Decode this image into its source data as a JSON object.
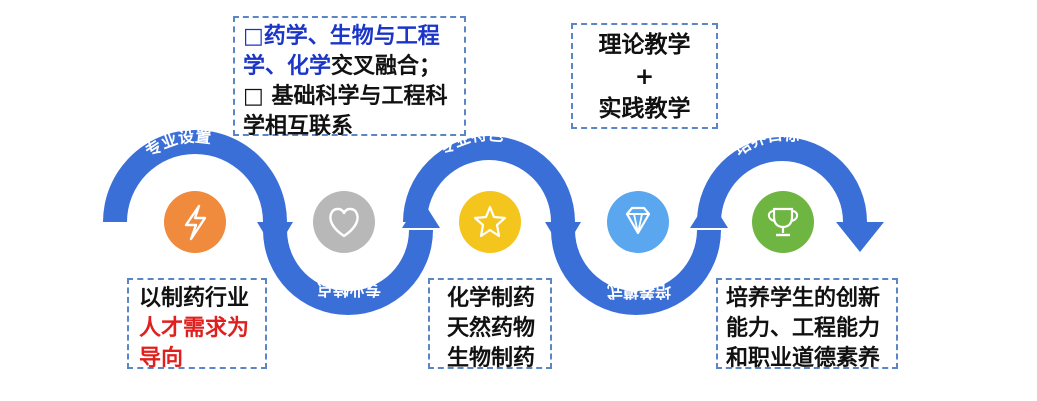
{
  "top_left_box": {
    "line1": "□药学、生物与工程",
    "line2_blue": "学、化学",
    "line2_rest": "交叉融合；",
    "line3": "□ 基础科学与工程科",
    "line4": "学相互联系"
  },
  "top_right_box": {
    "line1": "理论教学",
    "line2": "+",
    "line3": "实践教学"
  },
  "arc_labels": {
    "a1": "专业设置",
    "a2": "专业特点",
    "a3": "专业特色",
    "a4": "培养模式",
    "a5": "培养目标"
  },
  "bottom_box1": {
    "line1": "以制药行业",
    "line2": "人才需求为",
    "line3": "导向"
  },
  "bottom_box2": {
    "line1": "化学制药",
    "line2": "天然药物",
    "line3": "生物制药"
  },
  "bottom_box3": {
    "line1": "培养学生的创新",
    "line2": "能力、工程能力",
    "line3": "和职业道德素养"
  },
  "icons": [
    {
      "name": "lightning",
      "color": "#f08a3c"
    },
    {
      "name": "heart",
      "color": "#b8b8b8"
    },
    {
      "name": "star",
      "color": "#f4c51c"
    },
    {
      "name": "diamond",
      "color": "#5aa7ef"
    },
    {
      "name": "trophy",
      "color": "#6fb542"
    }
  ],
  "colors": {
    "ribbon": "#3a6fd8",
    "box_border": "#5b86c6"
  }
}
